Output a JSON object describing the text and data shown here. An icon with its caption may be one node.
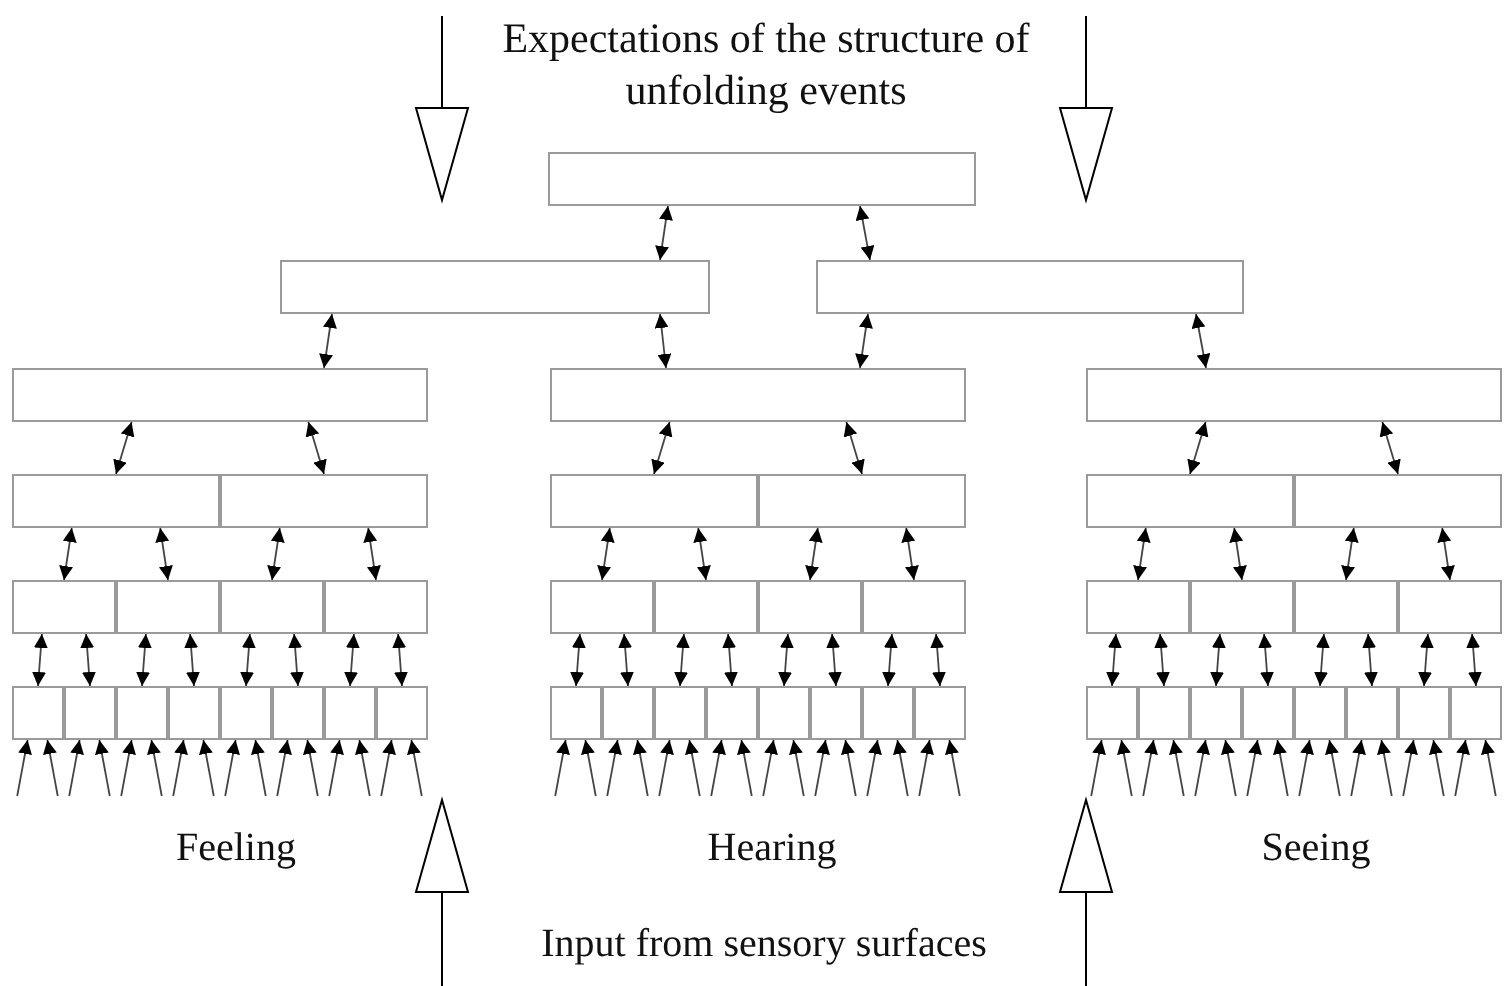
{
  "diagram": {
    "nodes": [
      {
        "text": [],
        "shape": "box"
      },
      {
        "text": [],
        "shape": "box"
      },
      {
        "text": [],
        "shape": "box"
      },
      {
        "text": [],
        "shape": "box"
      },
      {
        "text": [],
        "shape": "box"
      },
      {
        "text": [],
        "shape": "box"
      },
      {
        "text": [],
        "shape": "box"
      },
      {
        "text": [],
        "shape": "box"
      },
      {
        "text": [],
        "shape": "box"
      },
      {
        "text": [],
        "shape": "box"
      },
      {
        "text": [],
        "shape": "box"
      },
      {
        "text": [],
        "shape": "box"
      },
      {
        "text": [],
        "shape": "box"
      },
      {
        "text": [],
        "shape": "box"
      },
      {
        "text": [],
        "shape": "box"
      },
      {
        "text": [],
        "shape": "box"
      },
      {
        "text": [],
        "shape": "box"
      },
      {
        "text": [],
        "shape": "box"
      },
      {
        "text": [],
        "shape": "box"
      },
      {
        "text": [],
        "shape": "box"
      },
      {
        "text": [],
        "shape": "box"
      },
      {
        "text": [],
        "shape": "box"
      },
      {
        "text": [],
        "shape": "box"
      },
      {
        "text": [],
        "shape": "box"
      },
      {
        "text": [],
        "shape": "box"
      },
      {
        "text": [],
        "shape": "box"
      },
      {
        "text": [],
        "shape": "box"
      },
      {
        "text": [],
        "shape": "box"
      },
      {
        "text": [],
        "shape": "box"
      },
      {
        "text": [],
        "shape": "box"
      },
      {
        "text": [],
        "shape": "box"
      },
      {
        "text": [],
        "shape": "box"
      },
      {
        "text": [],
        "shape": "box"
      },
      {
        "text": [],
        "shape": "box"
      },
      {
        "text": [],
        "shape": "box"
      },
      {
        "text": [],
        "shape": "box"
      },
      {
        "text": [],
        "shape": "box"
      },
      {
        "text": [],
        "shape": "box"
      },
      {
        "text": [],
        "shape": "box"
      },
      {
        "text": [],
        "shape": "box"
      },
      {
        "text": [],
        "shape": "box"
      },
      {
        "text": [],
        "shape": "box"
      },
      {
        "text": [],
        "shape": "box"
      },
      {
        "text": [],
        "shape": "box"
      },
      {
        "text": [],
        "shape": "box"
      },
      {
        "text": [],
        "shape": "box"
      },
      {
        "text": [],
        "shape": "box"
      },
      {
        "text": [],
        "shape": "box"
      }
    ],
    "edges": [
      {
        "from": 0,
        "to": 1,
        "arrow": "both"
      },
      {
        "from": 0,
        "to": 2,
        "arrow": "both"
      },
      {
        "from": 1,
        "to": 3,
        "arrow": "both"
      },
      {
        "from": 1,
        "to": 4,
        "arrow": "both"
      },
      {
        "from": 2,
        "to": 4,
        "arrow": "both"
      },
      {
        "from": 2,
        "to": 5,
        "arrow": "both"
      },
      {
        "from": 3,
        "to": 6,
        "arrow": "both"
      },
      {
        "from": 3,
        "to": 7,
        "arrow": "both"
      },
      {
        "from": 4,
        "to": 8,
        "arrow": "both"
      },
      {
        "from": 4,
        "to": 9,
        "arrow": "both"
      },
      {
        "from": 5,
        "to": 10,
        "arrow": "both"
      },
      {
        "from": 5,
        "to": 11,
        "arrow": "both"
      },
      {
        "from": 6,
        "to": 12,
        "arrow": "both"
      },
      {
        "from": 6,
        "to": 13,
        "arrow": "both"
      },
      {
        "from": 7,
        "to": 14,
        "arrow": "both"
      },
      {
        "from": 7,
        "to": 15,
        "arrow": "both"
      },
      {
        "from": 8,
        "to": 16,
        "arrow": "both"
      },
      {
        "from": 8,
        "to": 17,
        "arrow": "both"
      },
      {
        "from": 9,
        "to": 18,
        "arrow": "both"
      },
      {
        "from": 9,
        "to": 19,
        "arrow": "both"
      },
      {
        "from": 10,
        "to": 20,
        "arrow": "both"
      },
      {
        "from": 10,
        "to": 21,
        "arrow": "both"
      },
      {
        "from": 11,
        "to": 22,
        "arrow": "both"
      },
      {
        "from": 11,
        "to": 23,
        "arrow": "both"
      },
      {
        "from": 12,
        "to": 24,
        "arrow": "both"
      },
      {
        "from": 12,
        "to": 25,
        "arrow": "both"
      },
      {
        "from": 13,
        "to": 26,
        "arrow": "both"
      },
      {
        "from": 13,
        "to": 27,
        "arrow": "both"
      },
      {
        "from": 14,
        "to": 28,
        "arrow": "both"
      },
      {
        "from": 14,
        "to": 29,
        "arrow": "both"
      },
      {
        "from": 15,
        "to": 30,
        "arrow": "both"
      },
      {
        "from": 15,
        "to": 31,
        "arrow": "both"
      },
      {
        "from": 16,
        "to": 32,
        "arrow": "both"
      },
      {
        "from": 16,
        "to": 33,
        "arrow": "both"
      },
      {
        "from": 17,
        "to": 34,
        "arrow": "both"
      },
      {
        "from": 17,
        "to": 35,
        "arrow": "both"
      },
      {
        "from": 18,
        "to": 36,
        "arrow": "both"
      },
      {
        "from": 18,
        "to": 37,
        "arrow": "both"
      },
      {
        "from": 19,
        "to": 38,
        "arrow": "both"
      },
      {
        "from": 19,
        "to": 39,
        "arrow": "both"
      },
      {
        "from": 20,
        "to": 40,
        "arrow": "both"
      },
      {
        "from": 20,
        "to": 41,
        "arrow": "both"
      },
      {
        "from": 21,
        "to": 42,
        "arrow": "both"
      },
      {
        "from": 21,
        "to": 43,
        "arrow": "both"
      },
      {
        "from": 22,
        "to": 44,
        "arrow": "both"
      },
      {
        "from": 22,
        "to": 45,
        "arrow": "both"
      },
      {
        "from": 23,
        "to": 46,
        "arrow": "both"
      },
      {
        "from": 23,
        "to": 47,
        "arrow": "both"
      },
      {
        "from": null,
        "to": 24,
        "arrow": "to"
      },
      {
        "from": null,
        "to": 24,
        "arrow": "to"
      },
      {
        "from": null,
        "to": 25,
        "arrow": "to"
      },
      {
        "from": null,
        "to": 25,
        "arrow": "to"
      },
      {
        "from": null,
        "to": 26,
        "arrow": "to"
      },
      {
        "from": null,
        "to": 26,
        "arrow": "to"
      },
      {
        "from": null,
        "to": 27,
        "arrow": "to"
      },
      {
        "from": null,
        "to": 27,
        "arrow": "to"
      },
      {
        "from": null,
        "to": 28,
        "arrow": "to"
      },
      {
        "from": null,
        "to": 28,
        "arrow": "to"
      },
      {
        "from": null,
        "to": 29,
        "arrow": "to"
      },
      {
        "from": null,
        "to": 29,
        "arrow": "to"
      },
      {
        "from": null,
        "to": 30,
        "arrow": "to"
      },
      {
        "from": null,
        "to": 30,
        "arrow": "to"
      },
      {
        "from": null,
        "to": 31,
        "arrow": "to"
      },
      {
        "from": null,
        "to": 31,
        "arrow": "to"
      },
      {
        "from": null,
        "to": 32,
        "arrow": "to"
      },
      {
        "from": null,
        "to": 32,
        "arrow": "to"
      },
      {
        "from": null,
        "to": 33,
        "arrow": "to"
      },
      {
        "from": null,
        "to": 33,
        "arrow": "to"
      },
      {
        "from": null,
        "to": 34,
        "arrow": "to"
      },
      {
        "from": null,
        "to": 34,
        "arrow": "to"
      },
      {
        "from": null,
        "to": 35,
        "arrow": "to"
      },
      {
        "from": null,
        "to": 35,
        "arrow": "to"
      },
      {
        "from": null,
        "to": 36,
        "arrow": "to"
      },
      {
        "from": null,
        "to": 36,
        "arrow": "to"
      },
      {
        "from": null,
        "to": 37,
        "arrow": "to"
      },
      {
        "from": null,
        "to": 37,
        "arrow": "to"
      },
      {
        "from": null,
        "to": 38,
        "arrow": "to"
      },
      {
        "from": null,
        "to": 38,
        "arrow": "to"
      },
      {
        "from": null,
        "to": 39,
        "arrow": "to"
      },
      {
        "from": null,
        "to": 39,
        "arrow": "to"
      },
      {
        "from": null,
        "to": 40,
        "arrow": "to"
      },
      {
        "from": null,
        "to": 40,
        "arrow": "to"
      },
      {
        "from": null,
        "to": 41,
        "arrow": "to"
      },
      {
        "from": null,
        "to": 41,
        "arrow": "to"
      },
      {
        "from": null,
        "to": 42,
        "arrow": "to"
      },
      {
        "from": null,
        "to": 42,
        "arrow": "to"
      },
      {
        "from": null,
        "to": 43,
        "arrow": "to"
      },
      {
        "from": null,
        "to": 43,
        "arrow": "to"
      },
      {
        "from": null,
        "to": 44,
        "arrow": "to"
      },
      {
        "from": null,
        "to": 44,
        "arrow": "to"
      },
      {
        "from": null,
        "to": 45,
        "arrow": "to"
      },
      {
        "from": null,
        "to": 45,
        "arrow": "to"
      },
      {
        "from": null,
        "to": 46,
        "arrow": "to"
      },
      {
        "from": null,
        "to": 46,
        "arrow": "to"
      },
      {
        "from": null,
        "to": 47,
        "arrow": "to"
      },
      {
        "from": null,
        "to": 47,
        "arrow": "to"
      }
    ],
    "labels": [
      "Expectations of the structure of unfolding events",
      "Feeling",
      "Hearing",
      "Seeing",
      "Input from sensory surfaces"
    ]
  }
}
